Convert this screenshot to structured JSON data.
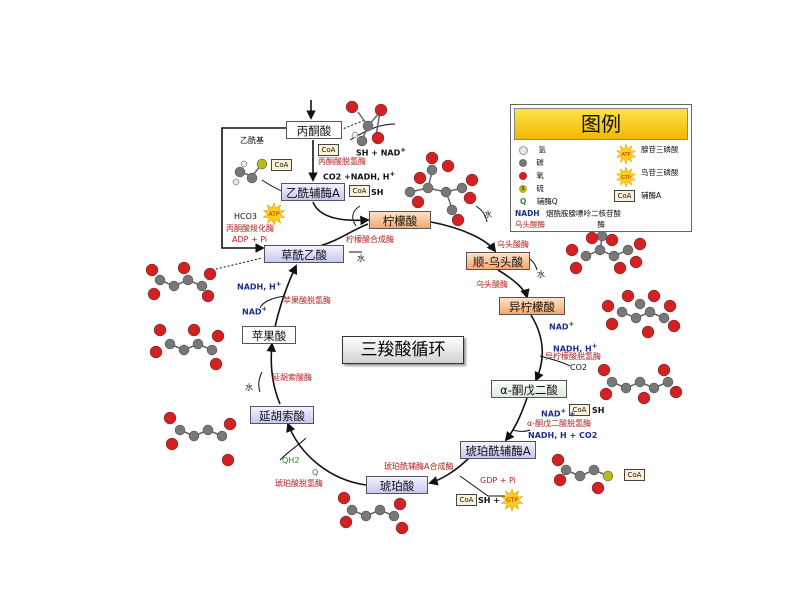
{
  "title": "三羧酸循环",
  "metabolites": {
    "pyruvate": "丙酮酸",
    "acetyl_coa": "乙酰辅酶A",
    "citrate": "柠檬酸",
    "cis_aconitate": "顺-乌头酸",
    "isocitrate": "异柠檬酸",
    "alpha_kg": "α-酮戊二酸",
    "succinyl_coa": "琥珀酰辅酶A",
    "succinate": "琥珀酸",
    "fumarate": "延胡索酸",
    "malate": "苹果酸",
    "oxaloacetate": "草酰乙酸"
  },
  "enzymes": {
    "pdh": "丙酮酸脱氢酶",
    "pc": "丙酮酸羧化酶",
    "cs": "柠檬酸合成酶",
    "aco1": "乌头酸酶",
    "aco2": "乌头酸酶",
    "idh": "异柠檬酸脱氢酶",
    "kgdh": "α-酮戊二酸脱氢酶",
    "scs": "琥珀酰辅酶A合成酶",
    "sdh": "琥珀酸脱氢酶",
    "fh": "延胡索酸酶",
    "mdh": "苹果酸脱氢酶"
  },
  "labels": {
    "acetyl_group": "乙酰基",
    "coa": "CoA",
    "sh": "SH",
    "sh_nad_plus": "SH + NAD",
    "co2_nadh_h": "CO2 +NADH, H",
    "hco3": "HCO3",
    "atp": "ATP",
    "adp_pi": "ADP + Pi",
    "water": "水",
    "nadh_h": "NADH, H",
    "nad_plus": "NAD",
    "co2": "CO2",
    "nad_plus_alt": "NAD",
    "nadh_h_co2": "NADH, H + CO2",
    "gdp_pi": "GDP + Pi",
    "gtp": "GTP",
    "qh2": "QH2",
    "q": "Q",
    "sh_dash": "SH +",
    "plus": "+"
  },
  "legend": {
    "title": "图例",
    "items": [
      {
        "symbol": "hydrogen",
        "text": "氢"
      },
      {
        "symbol": "carbon",
        "text": "碳"
      },
      {
        "symbol": "oxygen",
        "text": "氧"
      },
      {
        "symbol": "sulfur",
        "text": "硫"
      },
      {
        "symbol": "Q",
        "text": "辅酶Q"
      },
      {
        "symbol": "NADH",
        "text": "烟酰胺腺嘌呤二核苷酸"
      },
      {
        "symbol": "enzyme",
        "text": "乌头酸酶"
      },
      {
        "symbol": "enzyme-suffix",
        "text": "酶"
      }
    ],
    "right_items": [
      {
        "symbol": "ATP",
        "text": "腺苷三磷酸"
      },
      {
        "symbol": "GTP",
        "text": "鸟苷三磷酸"
      },
      {
        "symbol": "CoA",
        "text": "辅酶A"
      }
    ],
    "q_letter": "Q",
    "nadh_letters": "NADH",
    "s_letter": "S"
  },
  "colors": {
    "oxygen": "#d42020",
    "carbon": "#777777",
    "hydrogen": "#e8e8e8",
    "sulfur": "#b8b820",
    "enzyme_text": "#b22222",
    "cofactor_text": "#1c2e8c",
    "legend_header": "#f5c400"
  }
}
